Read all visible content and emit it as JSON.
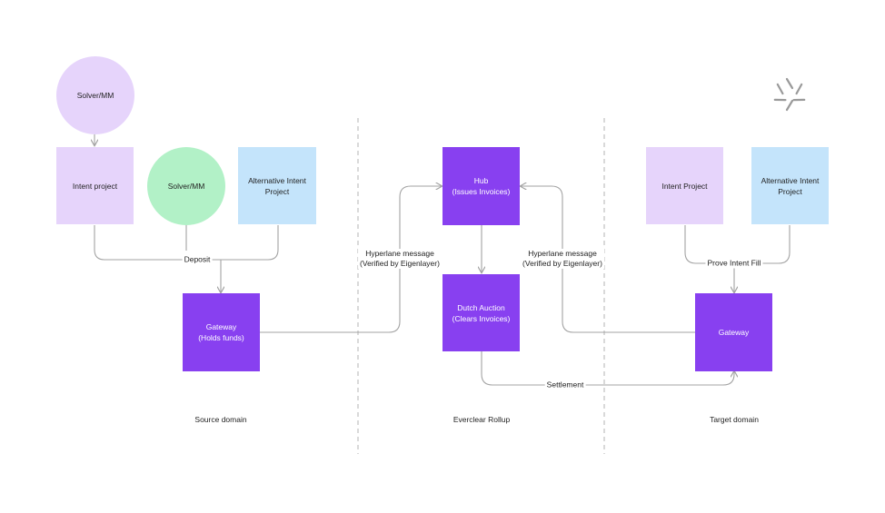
{
  "nodes": {
    "solver_top": "Solver/MM",
    "intent_project": "Intent project",
    "solver_mid": "Solver/MM",
    "alt_intent_src": [
      "Alternative Intent",
      "Project"
    ],
    "gateway_src": [
      "Gateway",
      "(Holds funds)"
    ],
    "hub": [
      "Hub",
      "(Issues Invoices)"
    ],
    "dutch_auction": [
      "Dutch Auction",
      "(Clears Invoices)"
    ],
    "intent_project_tgt": "Intent Project",
    "alt_intent_tgt": [
      "Alternative Intent",
      "Project"
    ],
    "gateway_tgt": "Gateway"
  },
  "edges": {
    "deposit": "Deposit",
    "hyperlane_left": [
      "Hyperlane message",
      "(Verified by Eigenlayer)"
    ],
    "hyperlane_right": [
      "Hyperlane message",
      "(Verified by Eigenlayer)"
    ],
    "prove_fill": "Prove Intent Fill",
    "settlement": "Settlement"
  },
  "domains": {
    "source": "Source domain",
    "rollup": "Everclear Rollup",
    "target": "Target domain"
  },
  "colors": {
    "lavender": "#e6d4fb",
    "mint": "#b2f1c7",
    "sky": "#c4e4fb",
    "violet": "#8840f0",
    "connector": "#a3a3a3",
    "divider": "#b3b3b3"
  },
  "logo": {
    "icon": "asterisk-logo-icon"
  }
}
